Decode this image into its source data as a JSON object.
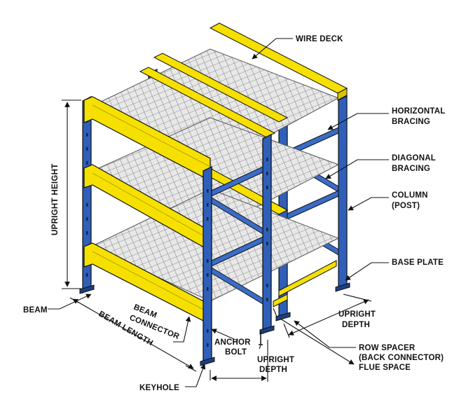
{
  "labels": {
    "wire_deck": "WIRE DECK",
    "horizontal_bracing_1": "HORIZONTAL",
    "horizontal_bracing_2": "BRACING",
    "diagonal_bracing_1": "DIAGONAL",
    "diagonal_bracing_2": "BRACING",
    "column_1": "COLUMN",
    "column_2": "(POST)",
    "base_plate": "BASE PLATE",
    "upright_depth_right_1": "UPRIGHT",
    "upright_depth_right_2": "DEPTH",
    "row_spacer_1": "ROW SPACER",
    "row_spacer_2": "(BACK CONNECTOR)",
    "flue_space": "FLUE SPACE",
    "upright_depth_front_1": "UPRIGHT",
    "upright_depth_front_2": "DEPTH",
    "anchor_bolt_1": "ANCHOR",
    "anchor_bolt_2": "BOLT",
    "keyhole": "KEYHOLE",
    "beam": "BEAM",
    "beam_connector_1": "BEAM",
    "beam_connector_2": "CONNECTOR",
    "beam_length": "BEAM LENGTH",
    "upright_height": "UPRIGHT HEIGHT"
  },
  "colors": {
    "upright_blue": "#2f5fb8",
    "upright_dark": "#1c3f80",
    "beam_yellow": "#f6e000",
    "beam_shade": "#d9c400",
    "deck_grey": "#b8b8b8",
    "deck_light": "#e6e6e6",
    "line": "#111111"
  }
}
